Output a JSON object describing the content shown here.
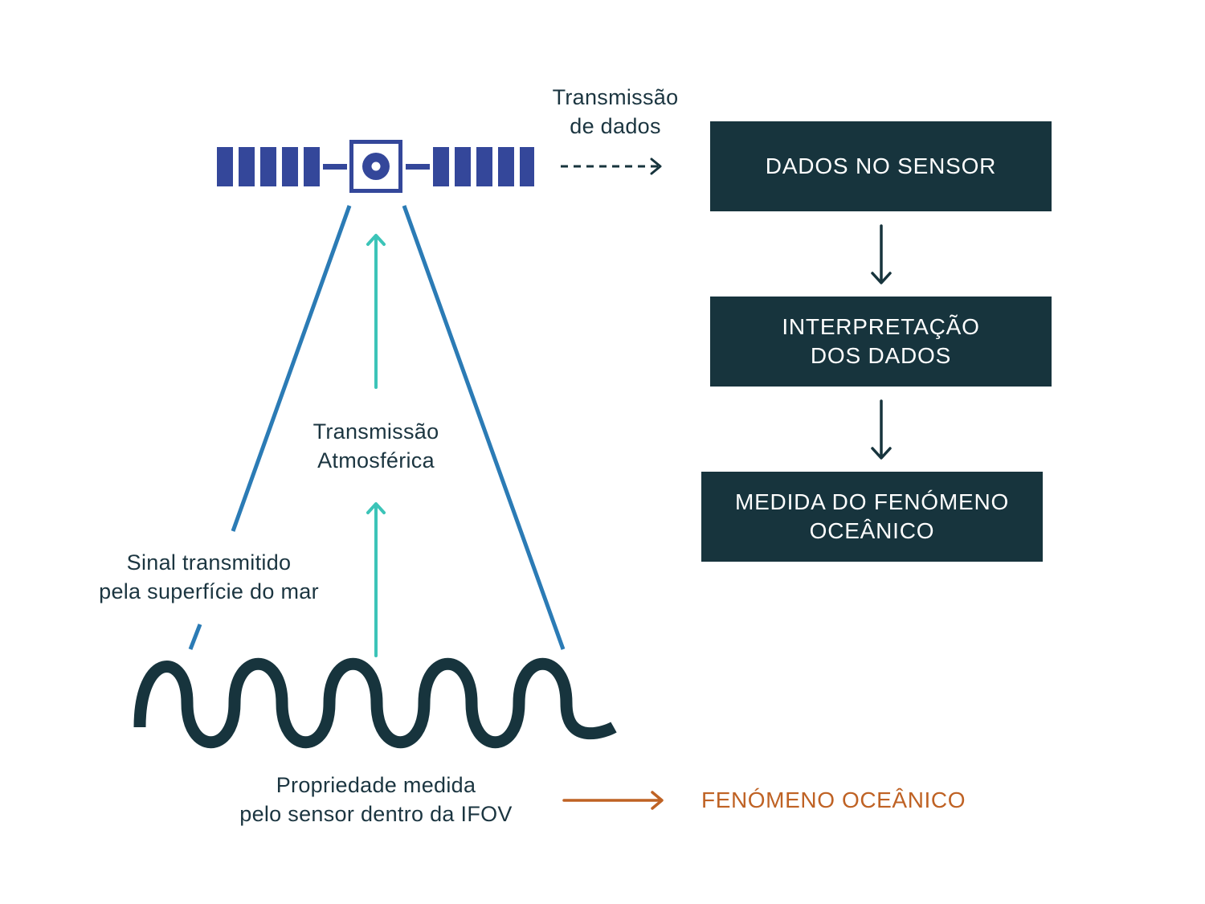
{
  "colors": {
    "satellite": "#34479a",
    "beam": "#2b7bb5",
    "atmosphere_arrow": "#3cc4b8",
    "dark": "#17343d",
    "phenomenon": "#bf6224"
  },
  "labels": {
    "data_transmission": [
      "Transmissão",
      "de dados"
    ],
    "atmospheric_transmission": [
      "Transmissão",
      "Atmosférica"
    ],
    "surface_signal": [
      "Sinal transmitido",
      "pela superfície do mar"
    ],
    "measured_property": [
      "Propriedade medida",
      "pelo sensor dentro da IFOV"
    ]
  },
  "boxes": {
    "sensor_data": [
      "DADOS NO SENSOR"
    ],
    "interpretation": [
      "INTERPRETAÇÃO",
      "DOS DADOS"
    ],
    "measurement": [
      "MEDIDA DO FENÓMENO",
      "OCEÂNICO"
    ]
  },
  "phenomenon": "FENÓMENO OCEÂNICO",
  "icons": [
    "satellite-icon",
    "sea-wave-icon"
  ]
}
